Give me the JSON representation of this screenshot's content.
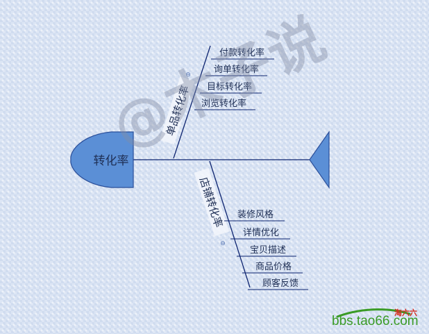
{
  "diagram": {
    "type": "fishbone",
    "head_label": "转化率",
    "branches": [
      {
        "label": "单品转化率",
        "items": [
          "付款转化率",
          "询单转化率",
          "目标转化率",
          "浏览转化率"
        ]
      },
      {
        "label": "店铺转化率",
        "items": [
          "装修风格",
          "详情优化",
          "宝贝描述",
          "商品价格",
          "顾客反馈"
        ]
      }
    ],
    "collapse_marker": "⊖"
  },
  "watermark": "@木子说",
  "site_logo": {
    "text": "bbs.tao66.com",
    "tag": "淘六六"
  },
  "colors": {
    "head_fill": "#5b8fd6",
    "head_stroke": "#2b4f9a",
    "tail_fill": "#5b8fd6",
    "spine": "#0d2470",
    "branch_line": "#0d2470",
    "label_bg": "#f3f6fb"
  }
}
